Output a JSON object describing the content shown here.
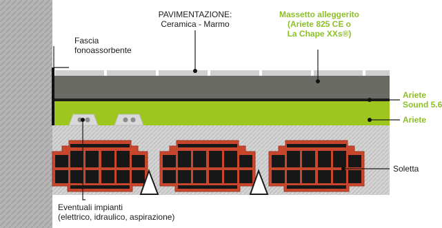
{
  "labels": {
    "pavimentazione_title": "PAVIMENTAZIONE:",
    "pavimentazione_sub": "Ceramica - Marmo",
    "massetto_line1": "Massetto alleggerito",
    "massetto_line2": "(Ariete 825 CE o",
    "massetto_line3": "La Chape XXs",
    "massetto_mark": "®)",
    "fascia_line1": "Fascia",
    "fascia_line2": "fonoassorbente",
    "sound_line1": "Ariete",
    "sound_line2": "Sound 5.6",
    "ariete": "Ariete",
    "soletta": "Soletta",
    "impianti_line1": "Eventuali impianti",
    "impianti_line2": "(elettrico, idraulico, aspirazione)"
  },
  "colors": {
    "wall": "#b8b8b8",
    "tile": "#cfcfcf",
    "screed": "#6b6b66",
    "membrane": "#1e1e1e",
    "ariete_layer": "#9dc71f",
    "slab_concrete": "#d2d2d2",
    "brick": "#c8462c",
    "brick_hole": "#171717",
    "accent_green": "#8cbf26"
  }
}
